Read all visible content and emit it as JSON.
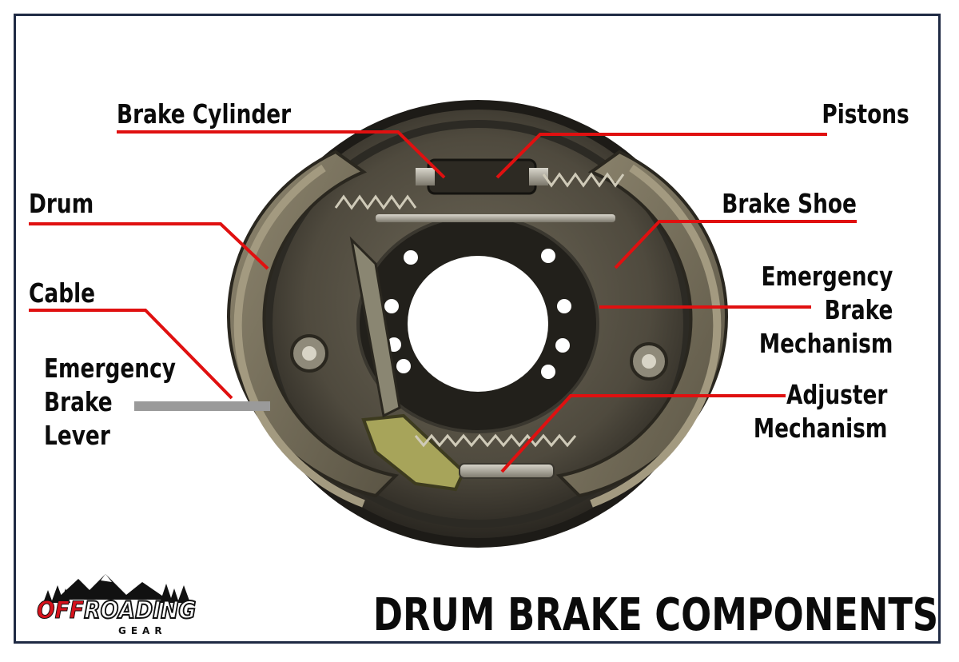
{
  "title": "DRUM BRAKE COMPONENTS",
  "logo": {
    "text_red": "OFF",
    "text_black": "ROADING",
    "subtext": "GEAR"
  },
  "labels": {
    "brake_cylinder": "Brake Cylinder",
    "pistons": "Pistons",
    "drum": "Drum",
    "brake_shoe": "Brake Shoe",
    "cable": "Cable",
    "emergency_brake_mechanism": "Emergency\nBrake\nMechanism",
    "emergency_brake_lever": "Emergency\nBrake\nLever",
    "adjuster_mechanism": "Adjuster\nMechanism"
  },
  "colors": {
    "leader_line": "#e01010",
    "lever_bar": "#9a9a9a",
    "frame": "#1f2a44",
    "logo_red": "#d6121c"
  }
}
